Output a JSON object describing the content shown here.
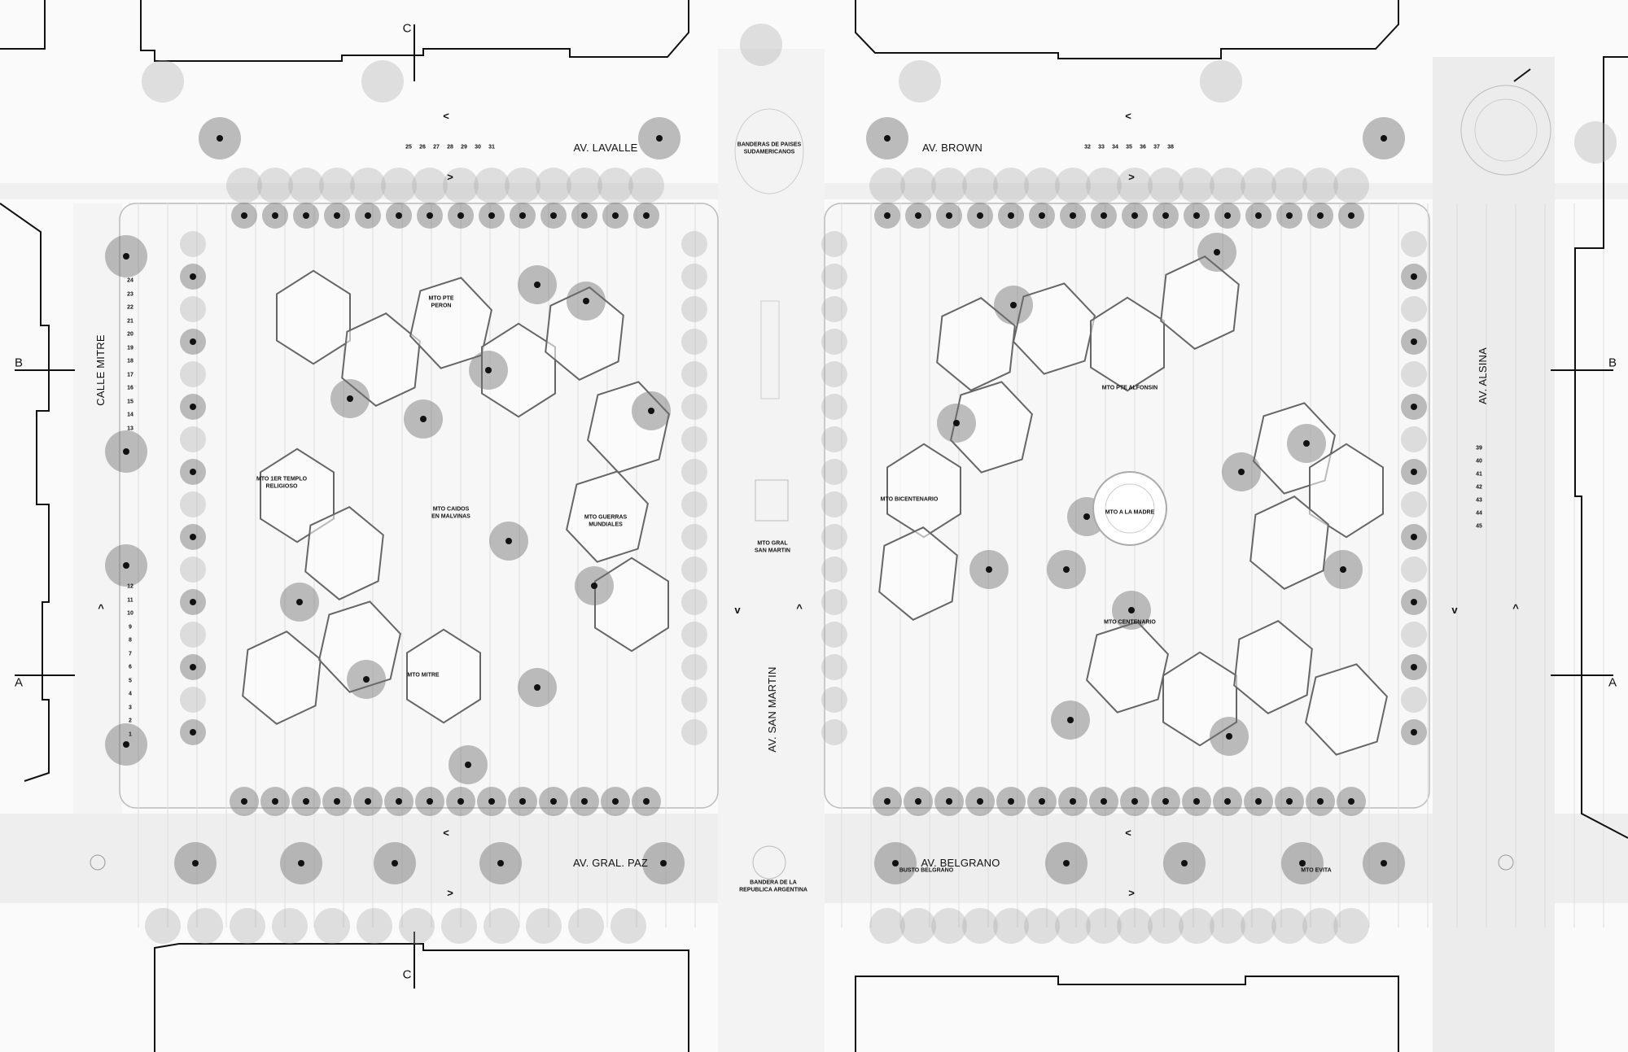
{
  "title": "Plaza site plan",
  "streets": {
    "lavalle": "AV. LAVALLE",
    "brown": "AV. BROWN",
    "calle_mitre": "CALLE MITRE",
    "san_martin": "AV. SAN MARTIN",
    "alsina": "AV. ALSINA",
    "gral_paz": "AV. GRAL. PAZ",
    "belgrano": "AV. BELGRANO"
  },
  "flags": {
    "paises": "BANDERAS DE PAISES SUDAMERICANOS",
    "argentina": "BANDERA DE LA REPUBLICA ARGENTINA"
  },
  "monuments": {
    "peron": "MTO PTE PERON",
    "templo": "MTO 1ER TEMPLO RELIGIOSO",
    "malvinas": "MTO CAIDOS EN MALVINAS",
    "guerras": "MTO GUERRAS MUNDIALES",
    "mitre": "MTO MITRE",
    "san_martin": "MTO GRAL SAN MARTIN",
    "bicentenario": "MTO BICENTENARIO",
    "madre": "MTO A LA MADRE",
    "alfonsin": "MTO PTE ALFONSIN",
    "centenario": "MTO CENTENARIO",
    "busto_belgrano": "BUSTO BELGRANO",
    "evita": "MTO EVITA"
  },
  "parking_numbers": {
    "lavalle": [
      "25",
      "26",
      "27",
      "28",
      "29",
      "30",
      "31"
    ],
    "brown": [
      "32",
      "33",
      "34",
      "35",
      "36",
      "37",
      "38"
    ],
    "mitre_north": [
      "24",
      "23",
      "22",
      "21",
      "20",
      "19",
      "18",
      "17",
      "16",
      "15",
      "14",
      "13"
    ],
    "mitre_south": [
      "12",
      "11",
      "10",
      "9",
      "8",
      "7",
      "6",
      "5",
      "4",
      "3",
      "2",
      "1"
    ],
    "alsina": [
      "39",
      "40",
      "41",
      "42",
      "43",
      "44",
      "45"
    ]
  },
  "sections": {
    "a": "A",
    "b": "B",
    "c": "C"
  },
  "arrows": {
    "left": "<",
    "right": ">",
    "up": "^",
    "down": "v"
  }
}
